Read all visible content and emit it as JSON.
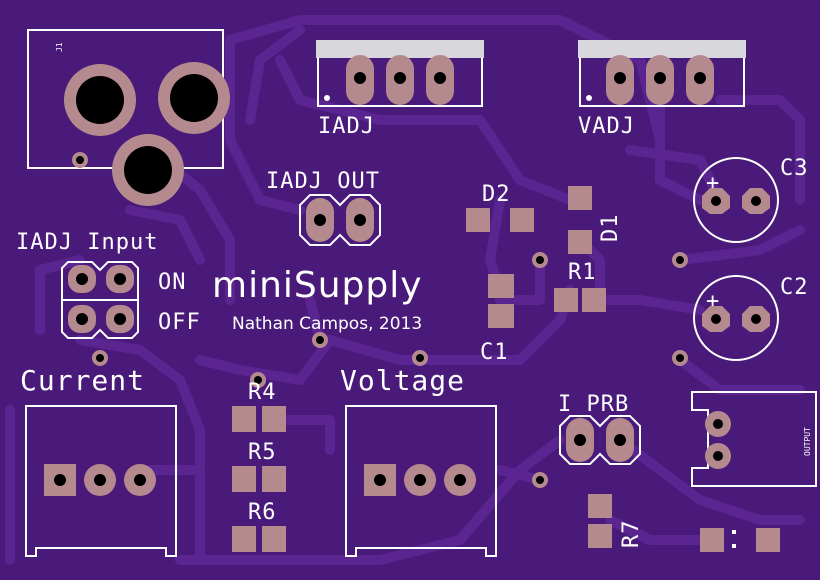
{
  "board": {
    "title": "miniSupply",
    "author_line": "Nathan Campos, 2013",
    "colors": {
      "substrate": "#4a1a7a",
      "copper_trace": "#5a2590",
      "pad": "#b58a8f",
      "hole": "#000000",
      "silkscreen": "#ffffff"
    }
  },
  "labels": {
    "j1": "J1",
    "iadj_pot": "IADJ",
    "vadj_pot": "VADJ",
    "iadj_out": "IADJ OUT",
    "iadj_input": "IADJ Input",
    "on": "ON",
    "off": "OFF",
    "d2": "D2",
    "d1": "D1",
    "r1": "R1",
    "c1": "C1",
    "c2": "C2",
    "c3": "C3",
    "current": "Current",
    "voltage": "Voltage",
    "r4": "R4",
    "r5": "R5",
    "r6": "R6",
    "r7": "R7",
    "i_prb": "I_PRB",
    "output": "OUTPUT",
    "plus": "+"
  }
}
